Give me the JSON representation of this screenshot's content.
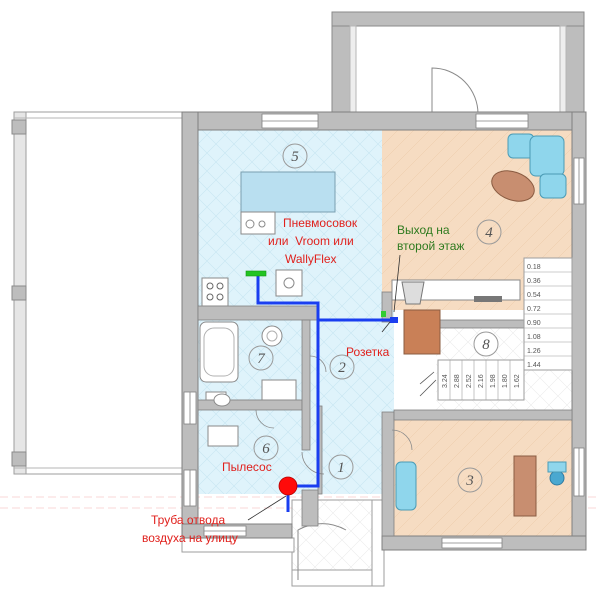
{
  "colors": {
    "red_label": "#e0201c",
    "green_label": "#2e7a1e",
    "pipe_blue": "#1a3ef0",
    "vacuum_red": "#ff0a0a",
    "inlet_green": "#22c422",
    "socket_green": "#33cc33",
    "wall_grey": "#bdbdbd",
    "blue_zone": "#dff3fb",
    "orange_zone": "#f6dcc2",
    "furniture_cyan": "#8fd6ec",
    "table_brown": "#c88e70"
  },
  "labels": {
    "pneumo": {
      "line1": "Пневмосовок",
      "line2": "или  Vroom или",
      "line3": "WallyFlex"
    },
    "exit": {
      "line1": "Выход на",
      "line2": "второй этаж"
    },
    "socket": "Розетка",
    "vacuum": "Пылесос",
    "pipe": {
      "line1": "Труба отвода",
      "line2": "воздуха на улицу"
    }
  },
  "rooms": [
    "1",
    "2",
    "3",
    "4",
    "5",
    "6",
    "7",
    "8"
  ],
  "stairs_upper": [
    "0.18",
    "0.36",
    "0.54",
    "0.72",
    "0.90",
    "1.08",
    "1.26",
    "1.44"
  ],
  "stairs_lower": [
    "3.24",
    "2.88",
    "2.52",
    "2.16",
    "1.98",
    "1.80",
    "1.62"
  ]
}
